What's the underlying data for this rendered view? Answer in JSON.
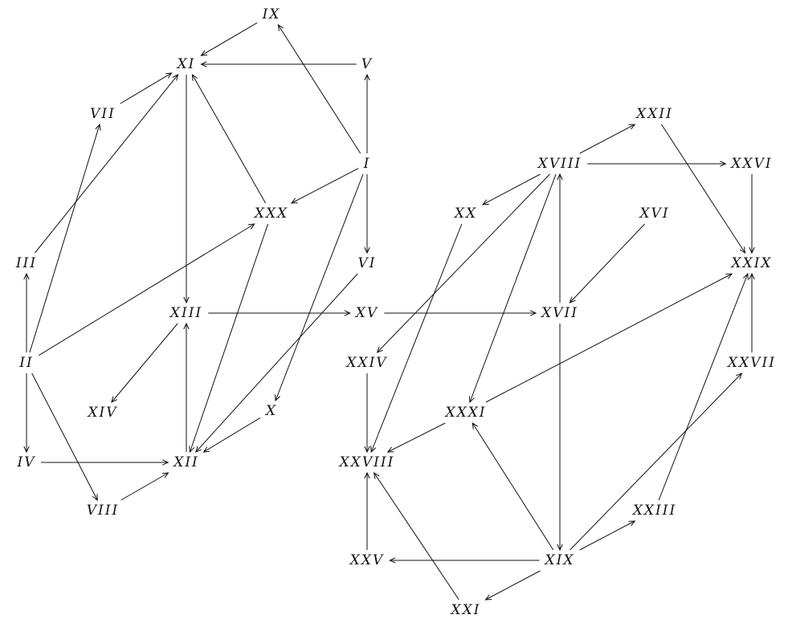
{
  "nodes": [
    {
      "id": "I",
      "label": "I"
    },
    {
      "id": "II",
      "label": "II"
    },
    {
      "id": "III",
      "label": "III"
    },
    {
      "id": "IV",
      "label": "IV"
    },
    {
      "id": "V",
      "label": "V"
    },
    {
      "id": "VI",
      "label": "VI"
    },
    {
      "id": "VII",
      "label": "VII"
    },
    {
      "id": "VIII",
      "label": "VIII"
    },
    {
      "id": "IX",
      "label": "IX"
    },
    {
      "id": "X",
      "label": "X"
    },
    {
      "id": "XI",
      "label": "XI"
    },
    {
      "id": "XII",
      "label": "XII"
    },
    {
      "id": "XIII",
      "label": "XIII"
    },
    {
      "id": "XIV",
      "label": "XIV"
    },
    {
      "id": "XV",
      "label": "XV"
    },
    {
      "id": "XVI",
      "label": "XVI"
    },
    {
      "id": "XVII",
      "label": "XVII"
    },
    {
      "id": "XVIII",
      "label": "XVIII"
    },
    {
      "id": "XIX",
      "label": "XIX"
    },
    {
      "id": "XX",
      "label": "XX"
    },
    {
      "id": "XXI",
      "label": "XXI"
    },
    {
      "id": "XXII",
      "label": "XXII"
    },
    {
      "id": "XXIII",
      "label": "XXIII"
    },
    {
      "id": "XXIV",
      "label": "XXIV"
    },
    {
      "id": "XXV",
      "label": "XXV"
    },
    {
      "id": "XXVI",
      "label": "XXVI"
    },
    {
      "id": "XXVII",
      "label": "XXVII"
    },
    {
      "id": "XXVIII",
      "label": "XXVIII"
    },
    {
      "id": "XXIX",
      "label": "XXIX"
    },
    {
      "id": "XXX",
      "label": "XXX"
    },
    {
      "id": "XXXI",
      "label": "XXXI"
    }
  ],
  "edges": [
    {
      "from": "IX",
      "to": "XI"
    },
    {
      "from": "V",
      "to": "XI"
    },
    {
      "from": "VII",
      "to": "XI"
    },
    {
      "from": "III",
      "to": "XI"
    },
    {
      "from": "XXX",
      "to": "XI"
    },
    {
      "from": "I",
      "to": "IX"
    },
    {
      "from": "I",
      "to": "V"
    },
    {
      "from": "I",
      "to": "XXX"
    },
    {
      "from": "I",
      "to": "VI"
    },
    {
      "from": "I",
      "to": "X"
    },
    {
      "from": "XI",
      "to": "XIII"
    },
    {
      "from": "II",
      "to": "III"
    },
    {
      "from": "II",
      "to": "VII"
    },
    {
      "from": "II",
      "to": "XXX"
    },
    {
      "from": "II",
      "to": "IV"
    },
    {
      "from": "II",
      "to": "VIII"
    },
    {
      "from": "XXX",
      "to": "XII"
    },
    {
      "from": "VI",
      "to": "XII"
    },
    {
      "from": "X",
      "to": "XII"
    },
    {
      "from": "XII",
      "to": "XIII"
    },
    {
      "from": "XIII",
      "to": "XIV"
    },
    {
      "from": "XIII",
      "to": "XV"
    },
    {
      "from": "IV",
      "to": "XII"
    },
    {
      "from": "VIII",
      "to": "XII"
    },
    {
      "from": "XV",
      "to": "XVII"
    },
    {
      "from": "XVIII",
      "to": "XXII"
    },
    {
      "from": "XVIII",
      "to": "XXVI"
    },
    {
      "from": "XVIII",
      "to": "XX"
    },
    {
      "from": "XVIII",
      "to": "XXIV"
    },
    {
      "from": "XVIII",
      "to": "XXXI"
    },
    {
      "from": "XXII",
      "to": "XXIX"
    },
    {
      "from": "XXVI",
      "to": "XXIX"
    },
    {
      "from": "XVI",
      "to": "XVII"
    },
    {
      "from": "XVII",
      "to": "XVIII"
    },
    {
      "from": "XVII",
      "to": "XIX"
    },
    {
      "from": "XX",
      "to": "XXVIII"
    },
    {
      "from": "XXIV",
      "to": "XXVIII"
    },
    {
      "from": "XXXI",
      "to": "XXIX"
    },
    {
      "from": "XXXI",
      "to": "XXVIII"
    },
    {
      "from": "XXVII",
      "to": "XXIX"
    },
    {
      "from": "XIX",
      "to": "XXXI"
    },
    {
      "from": "XIX",
      "to": "XXVII"
    },
    {
      "from": "XIX",
      "to": "XXIII"
    },
    {
      "from": "XIX",
      "to": "XXV"
    },
    {
      "from": "XIX",
      "to": "XXI"
    },
    {
      "from": "XXIII",
      "to": "XXIX"
    },
    {
      "from": "XXV",
      "to": "XXVIII"
    },
    {
      "from": "XXI",
      "to": "XXVIII"
    }
  ]
}
